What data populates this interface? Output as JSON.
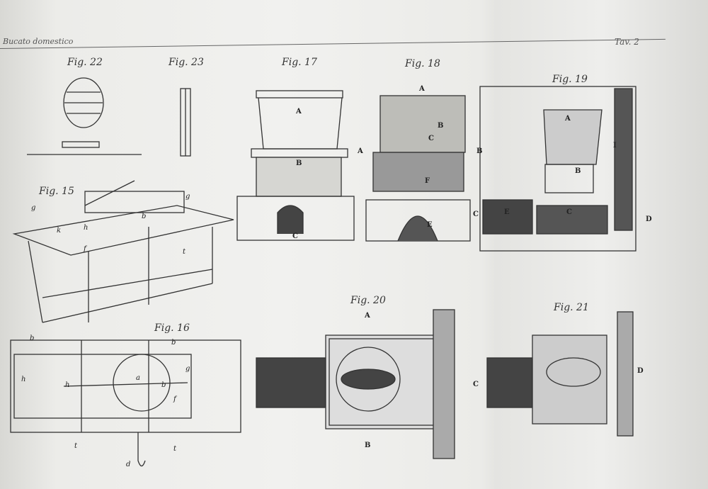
{
  "header": {
    "left": "Bucato domestico",
    "right": "Tav. 2"
  },
  "figures": {
    "f22": "Fig. 22",
    "f23": "Fig. 23",
    "f17": "Fig. 17",
    "f18": "Fig. 18",
    "f19": "Fig. 19",
    "f15": "Fig. 15",
    "f16": "Fig. 16",
    "f20": "Fig. 20",
    "f21": "Fig. 21"
  },
  "letters": {
    "f17": [
      "A",
      "B",
      "C"
    ],
    "f18": [
      "A",
      "B",
      "C",
      "E",
      "F",
      "A",
      "B"
    ],
    "f19": [
      "A",
      "B",
      "C",
      "D",
      "E",
      "I",
      "C"
    ],
    "f20": [
      "A",
      "B"
    ],
    "f21": [
      "C",
      "D"
    ],
    "f15": [
      "g",
      "g",
      "k",
      "h",
      "b",
      "f",
      "t"
    ],
    "f16": [
      "h",
      "h",
      "a",
      "b",
      "f",
      "g",
      "d",
      "t",
      "t",
      "b",
      "b"
    ]
  }
}
